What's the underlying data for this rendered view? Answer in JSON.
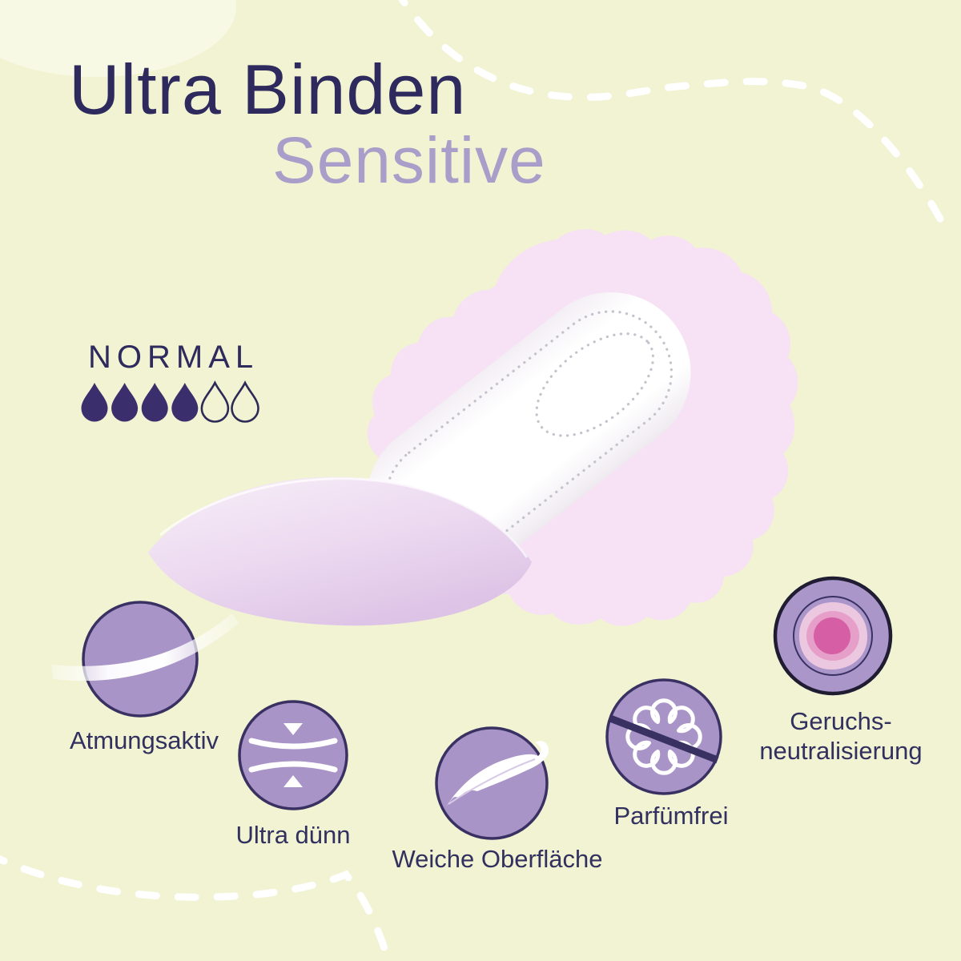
{
  "header": {
    "title": "Ultra Binden",
    "subtitle": "Sensitive"
  },
  "absorbency": {
    "label": "NORMAL",
    "filled_drops": 4,
    "total_drops": 6
  },
  "product": {
    "illustration": "sanitary-pad-with-wings",
    "outer_layer_pattern": "hearts-and-dashes"
  },
  "features": [
    {
      "icon": "breathable-swoosh-icon",
      "label": "Atmungsaktiv"
    },
    {
      "icon": "ultra-thin-icon",
      "label": "Ultra dünn"
    },
    {
      "icon": "feather-icon",
      "label": "Weiche Oberfläche"
    },
    {
      "icon": "no-perfume-flower-icon",
      "label": "Parfümfrei"
    },
    {
      "icon": "odor-neutralizing-icon",
      "label_line1": "Geruchs-",
      "label_line2": "neutralisierung"
    }
  ],
  "colors": {
    "background": "#f1f3d2",
    "title": "#2e2a5e",
    "subtitle": "#a99dc9",
    "drop_filled": "#3a2e6c",
    "icon_circle_fill": "#a994c8",
    "icon_circle_border": "#3a3163",
    "pad_outer_pink": "#f6e2f3",
    "pad_pattern_pink": "#dcb6d9",
    "pad_topsheet": "#ffffff",
    "pad_underside": "#e6d0ec",
    "odor_core_pink": "#d55ea4",
    "decorative_dashes": "#ffffff"
  }
}
